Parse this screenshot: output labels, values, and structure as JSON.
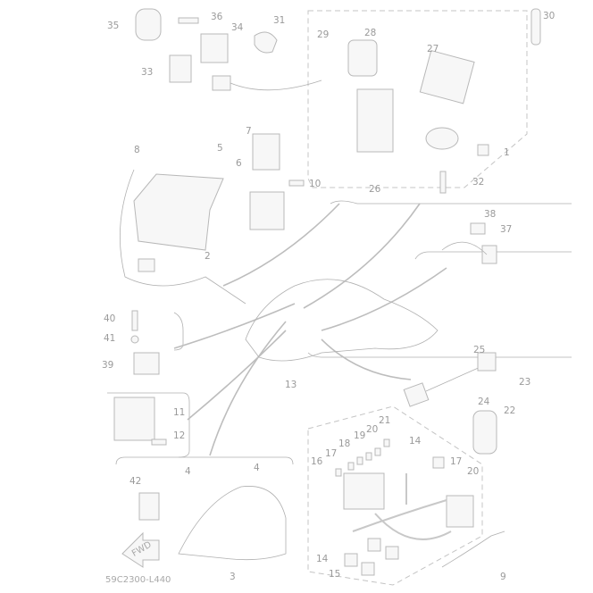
{
  "diagram": {
    "code": "59C2300-L440",
    "fwd_label": "FWD",
    "callouts": [
      "35",
      "36",
      "31",
      "34",
      "29",
      "28",
      "30",
      "27",
      "33",
      "1",
      "7",
      "5",
      "6",
      "10",
      "26",
      "32",
      "8",
      "2",
      "38",
      "37",
      "40",
      "41",
      "39",
      "25",
      "23",
      "13",
      "24",
      "11",
      "12",
      "22",
      "21",
      "20",
      "19",
      "18",
      "17",
      "16",
      "14",
      "17",
      "20",
      "4",
      "4",
      "42",
      "14",
      "15",
      "9",
      "3"
    ]
  }
}
